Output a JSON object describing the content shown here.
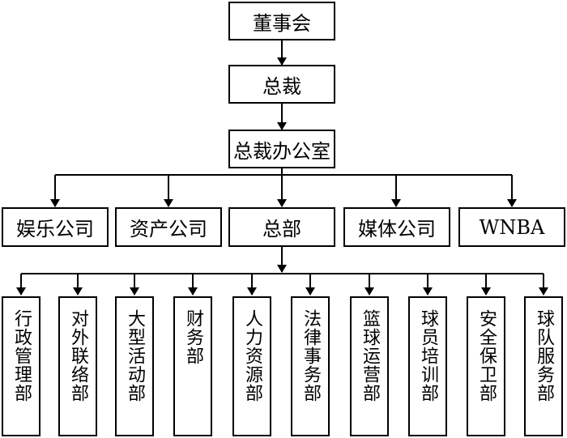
{
  "org": {
    "board": "董事会",
    "president": "总裁",
    "office": "总裁办公室",
    "divisions": [
      {
        "label": "娱乐公司"
      },
      {
        "label": "资产公司"
      },
      {
        "label": "总部"
      },
      {
        "label": "媒体公司"
      },
      {
        "label": "WNBA"
      }
    ],
    "departments": [
      {
        "label": "行政管理部"
      },
      {
        "label": "对外联络部"
      },
      {
        "label": "大型活动部"
      },
      {
        "label": "财务部"
      },
      {
        "label": "人力资源部"
      },
      {
        "label": "法律事务部"
      },
      {
        "label": "篮球运营部"
      },
      {
        "label": "球员培训部"
      },
      {
        "label": "安全保卫部"
      },
      {
        "label": "球队服务部"
      }
    ]
  }
}
